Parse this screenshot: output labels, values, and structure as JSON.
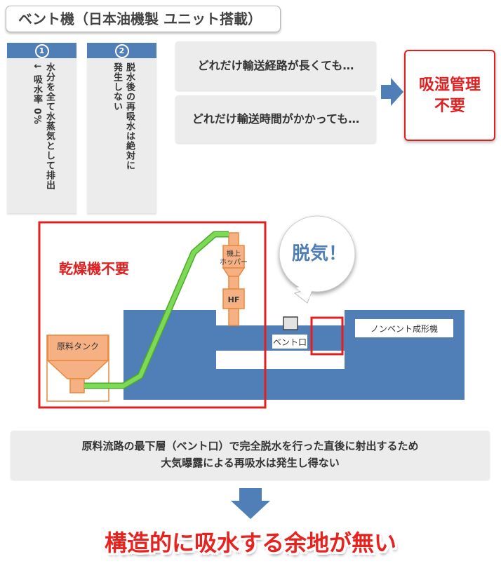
{
  "title": "ベント機（日本油機製 ユニット搭載）",
  "features": [
    {
      "number": "1",
      "text": "水分を全て水蒸気として排出\n↓ 吸水率 0%"
    },
    {
      "number": "2",
      "text": "脱水後の再吸水は絶対に\n発生しない"
    }
  ],
  "conditions": [
    "どれだけ輸送経路が長くても…",
    "どれだけ輸送時間がかかっても…"
  ],
  "result": {
    "line1": "吸湿管理",
    "line2": "不要"
  },
  "diagram": {
    "dryer_note": "乾燥機不要",
    "degas_bubble": "脱気！",
    "material_tank": "原料タンク",
    "hopper_line1": "機上",
    "hopper_line2": "ホッパー",
    "hf": "HF",
    "vent_port": "ベント口",
    "machine_label": "ノンベント成形機"
  },
  "summary": {
    "line1": "原料流路の最下層（ベント口）で完全脱水を行った直後に射出するため",
    "line2": "大気曝露による再吸水は発生し得ない"
  },
  "conclusion": "構造的に吸水する余地が無い",
  "colors": {
    "accent_blue": "#4f7fb6",
    "alert_red": "#e02020",
    "hopper_orange": "#f5b183",
    "pipe_green": "#7ed957"
  }
}
